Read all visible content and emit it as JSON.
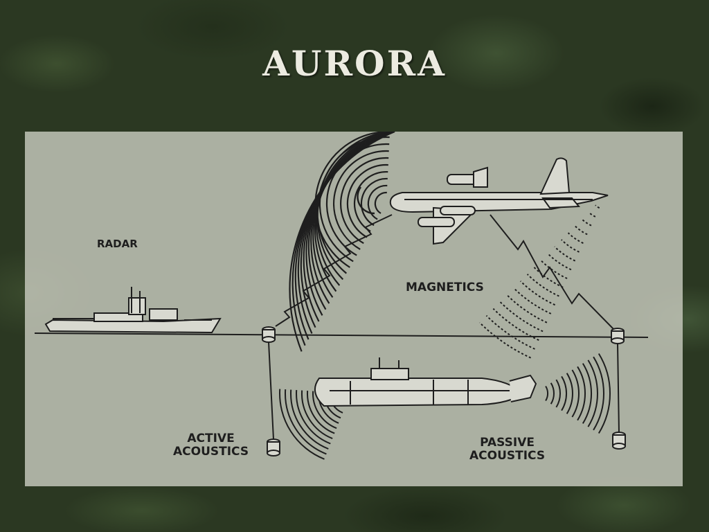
{
  "slide": {
    "title": "AURORA"
  },
  "diagram": {
    "labels": {
      "radar": "RADAR",
      "magnetics": "MAGNETICS",
      "active_line1": "ACTIVE",
      "active_line2": "ACOUSTICS",
      "passive_line1": "PASSIVE",
      "passive_line2": "ACOUSTICS"
    },
    "colors": {
      "panel": "#c8cabe",
      "ink": "#1e1e1e",
      "title": "#ecebe1"
    },
    "icons": [
      "aircraft-icon",
      "ship-icon",
      "submarine-icon",
      "sonobuoy-icon"
    ]
  }
}
